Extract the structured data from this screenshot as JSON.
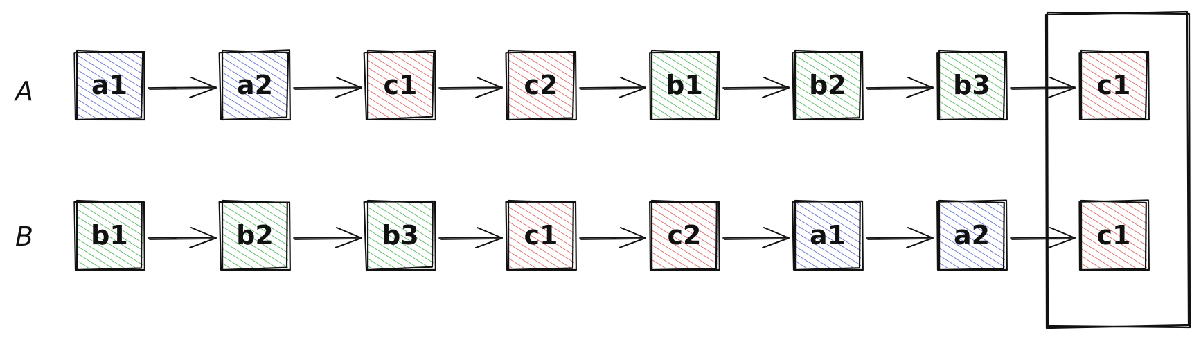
{
  "colors": {
    "a": "#4a5fc9",
    "b": "#3fae4a",
    "c": "#d9534f",
    "stroke": "#111111"
  },
  "rows": [
    {
      "label": "A",
      "items": [
        {
          "text": "a1",
          "group": "a"
        },
        {
          "text": "a2",
          "group": "a"
        },
        {
          "text": "c1",
          "group": "c"
        },
        {
          "text": "c2",
          "group": "c"
        },
        {
          "text": "b1",
          "group": "b"
        },
        {
          "text": "b2",
          "group": "b"
        },
        {
          "text": "b3",
          "group": "b"
        },
        {
          "text": "c1",
          "group": "c"
        }
      ]
    },
    {
      "label": "B",
      "items": [
        {
          "text": "b1",
          "group": "b"
        },
        {
          "text": "b2",
          "group": "b"
        },
        {
          "text": "b3",
          "group": "b"
        },
        {
          "text": "c1",
          "group": "c"
        },
        {
          "text": "c2",
          "group": "c"
        },
        {
          "text": "a1",
          "group": "a"
        },
        {
          "text": "a2",
          "group": "a"
        },
        {
          "text": "c1",
          "group": "c"
        }
      ]
    }
  ]
}
